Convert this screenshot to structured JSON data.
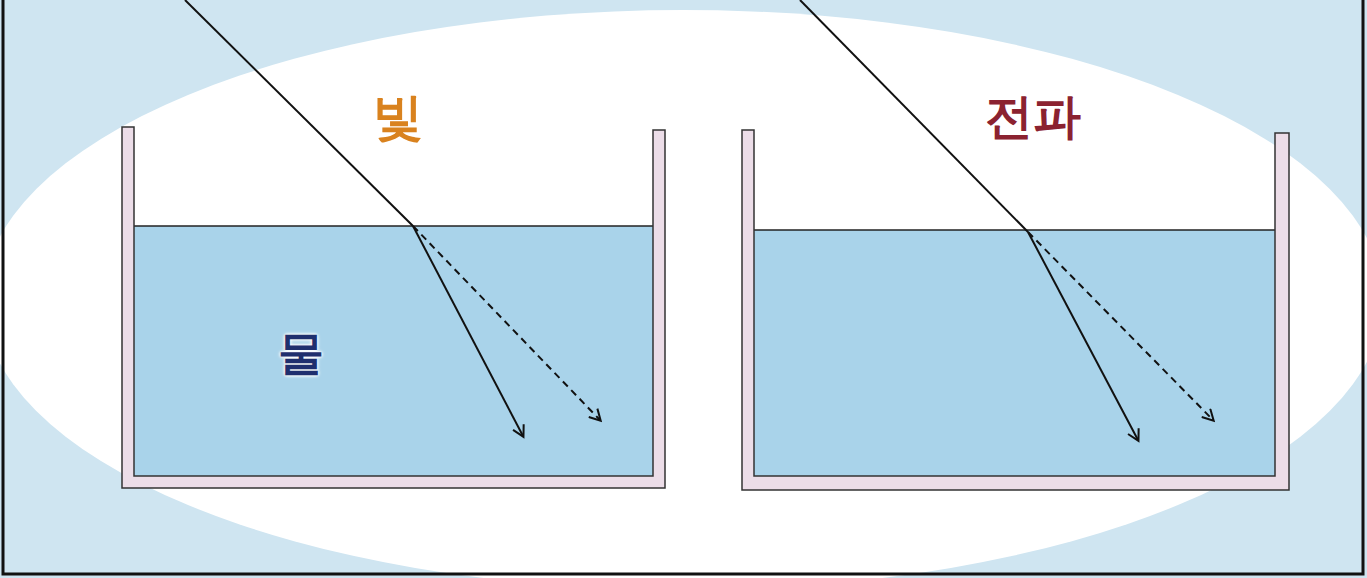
{
  "diagram": {
    "labels": [
      "빛",
      "물",
      "전파"
    ]
  }
}
